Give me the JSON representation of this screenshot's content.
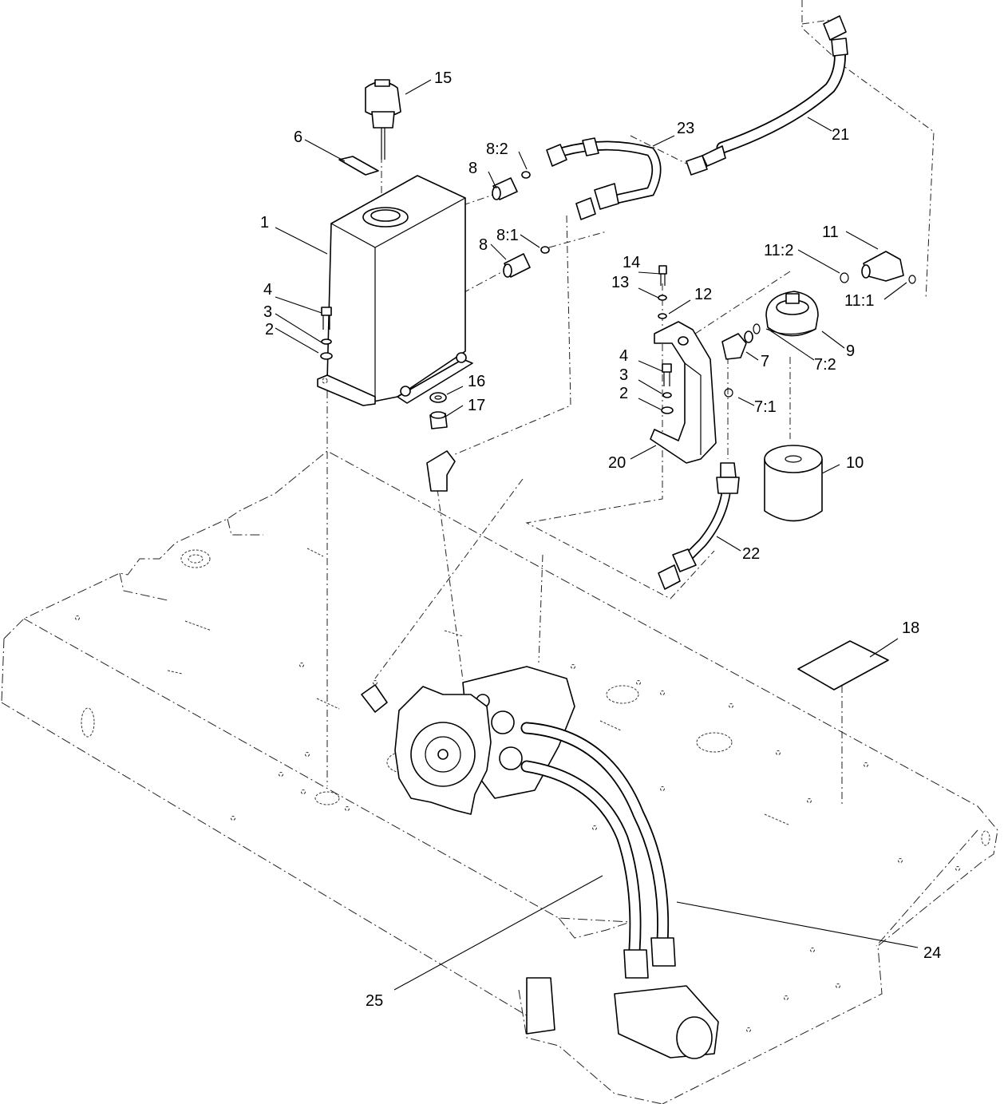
{
  "diagram": {
    "callouts": [
      {
        "id": "c1",
        "label": "1"
      },
      {
        "id": "c2a",
        "label": "2"
      },
      {
        "id": "c2b",
        "label": "2"
      },
      {
        "id": "c3a",
        "label": "3"
      },
      {
        "id": "c3b",
        "label": "3"
      },
      {
        "id": "c4a",
        "label": "4"
      },
      {
        "id": "c4b",
        "label": "4"
      },
      {
        "id": "c6",
        "label": "6"
      },
      {
        "id": "c7",
        "label": "7"
      },
      {
        "id": "c7_1",
        "label": "7:1"
      },
      {
        "id": "c7_2",
        "label": "7:2"
      },
      {
        "id": "c8a",
        "label": "8"
      },
      {
        "id": "c8b",
        "label": "8"
      },
      {
        "id": "c8_1",
        "label": "8:1"
      },
      {
        "id": "c8_2",
        "label": "8:2"
      },
      {
        "id": "c9",
        "label": "9"
      },
      {
        "id": "c10",
        "label": "10"
      },
      {
        "id": "c11",
        "label": "11"
      },
      {
        "id": "c11_1",
        "label": "11:1"
      },
      {
        "id": "c11_2",
        "label": "11:2"
      },
      {
        "id": "c12",
        "label": "12"
      },
      {
        "id": "c13",
        "label": "13"
      },
      {
        "id": "c14",
        "label": "14"
      },
      {
        "id": "c15",
        "label": "15"
      },
      {
        "id": "c16",
        "label": "16"
      },
      {
        "id": "c17",
        "label": "17"
      },
      {
        "id": "c18",
        "label": "18"
      },
      {
        "id": "c20",
        "label": "20"
      },
      {
        "id": "c21",
        "label": "21"
      },
      {
        "id": "c22",
        "label": "22"
      },
      {
        "id": "c23",
        "label": "23"
      },
      {
        "id": "c24",
        "label": "24"
      },
      {
        "id": "c25",
        "label": "25"
      }
    ]
  },
  "style": {
    "line_color": "#000000",
    "background": "#ffffff"
  }
}
